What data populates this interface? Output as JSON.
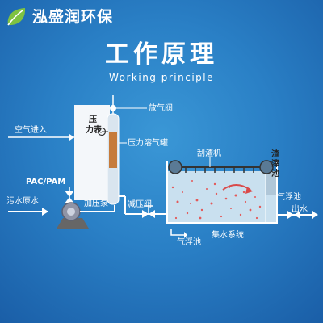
{
  "brand": {
    "name": "泓盛润环保",
    "logo_icon": "leaf-logo-icon",
    "logo_color": "#7fc241"
  },
  "title": "工作原理",
  "subtitle": "Working principle",
  "colors": {
    "water": "#c9e0ef",
    "bubbles": "#e35a5a",
    "pipe": "#ffffff",
    "tank_fill": "#c67b3b",
    "label_text": "#111111"
  },
  "labels": {
    "air_inlet": "空气进入",
    "pac_pam": "PAC/PAM",
    "raw_sewage": "污水原水",
    "pressure_pump": "加压泵",
    "pressure_gauge_line1": "压",
    "pressure_gauge_line2": "力表",
    "vent_valve": "放气阀",
    "dissolved_air_tank": "压力溶气罐",
    "pressure_relief_valve": "减压阀",
    "scraper": "刮渣机",
    "scum_tank_line1": "渣",
    "scum_tank_line2": "滓",
    "scum_tank_line3": "池",
    "flotation_tank_right": "气浮池",
    "water_outlet": "出水",
    "flotation_tank_bottom": "气浮池",
    "water_collection_system": "集水系统"
  }
}
